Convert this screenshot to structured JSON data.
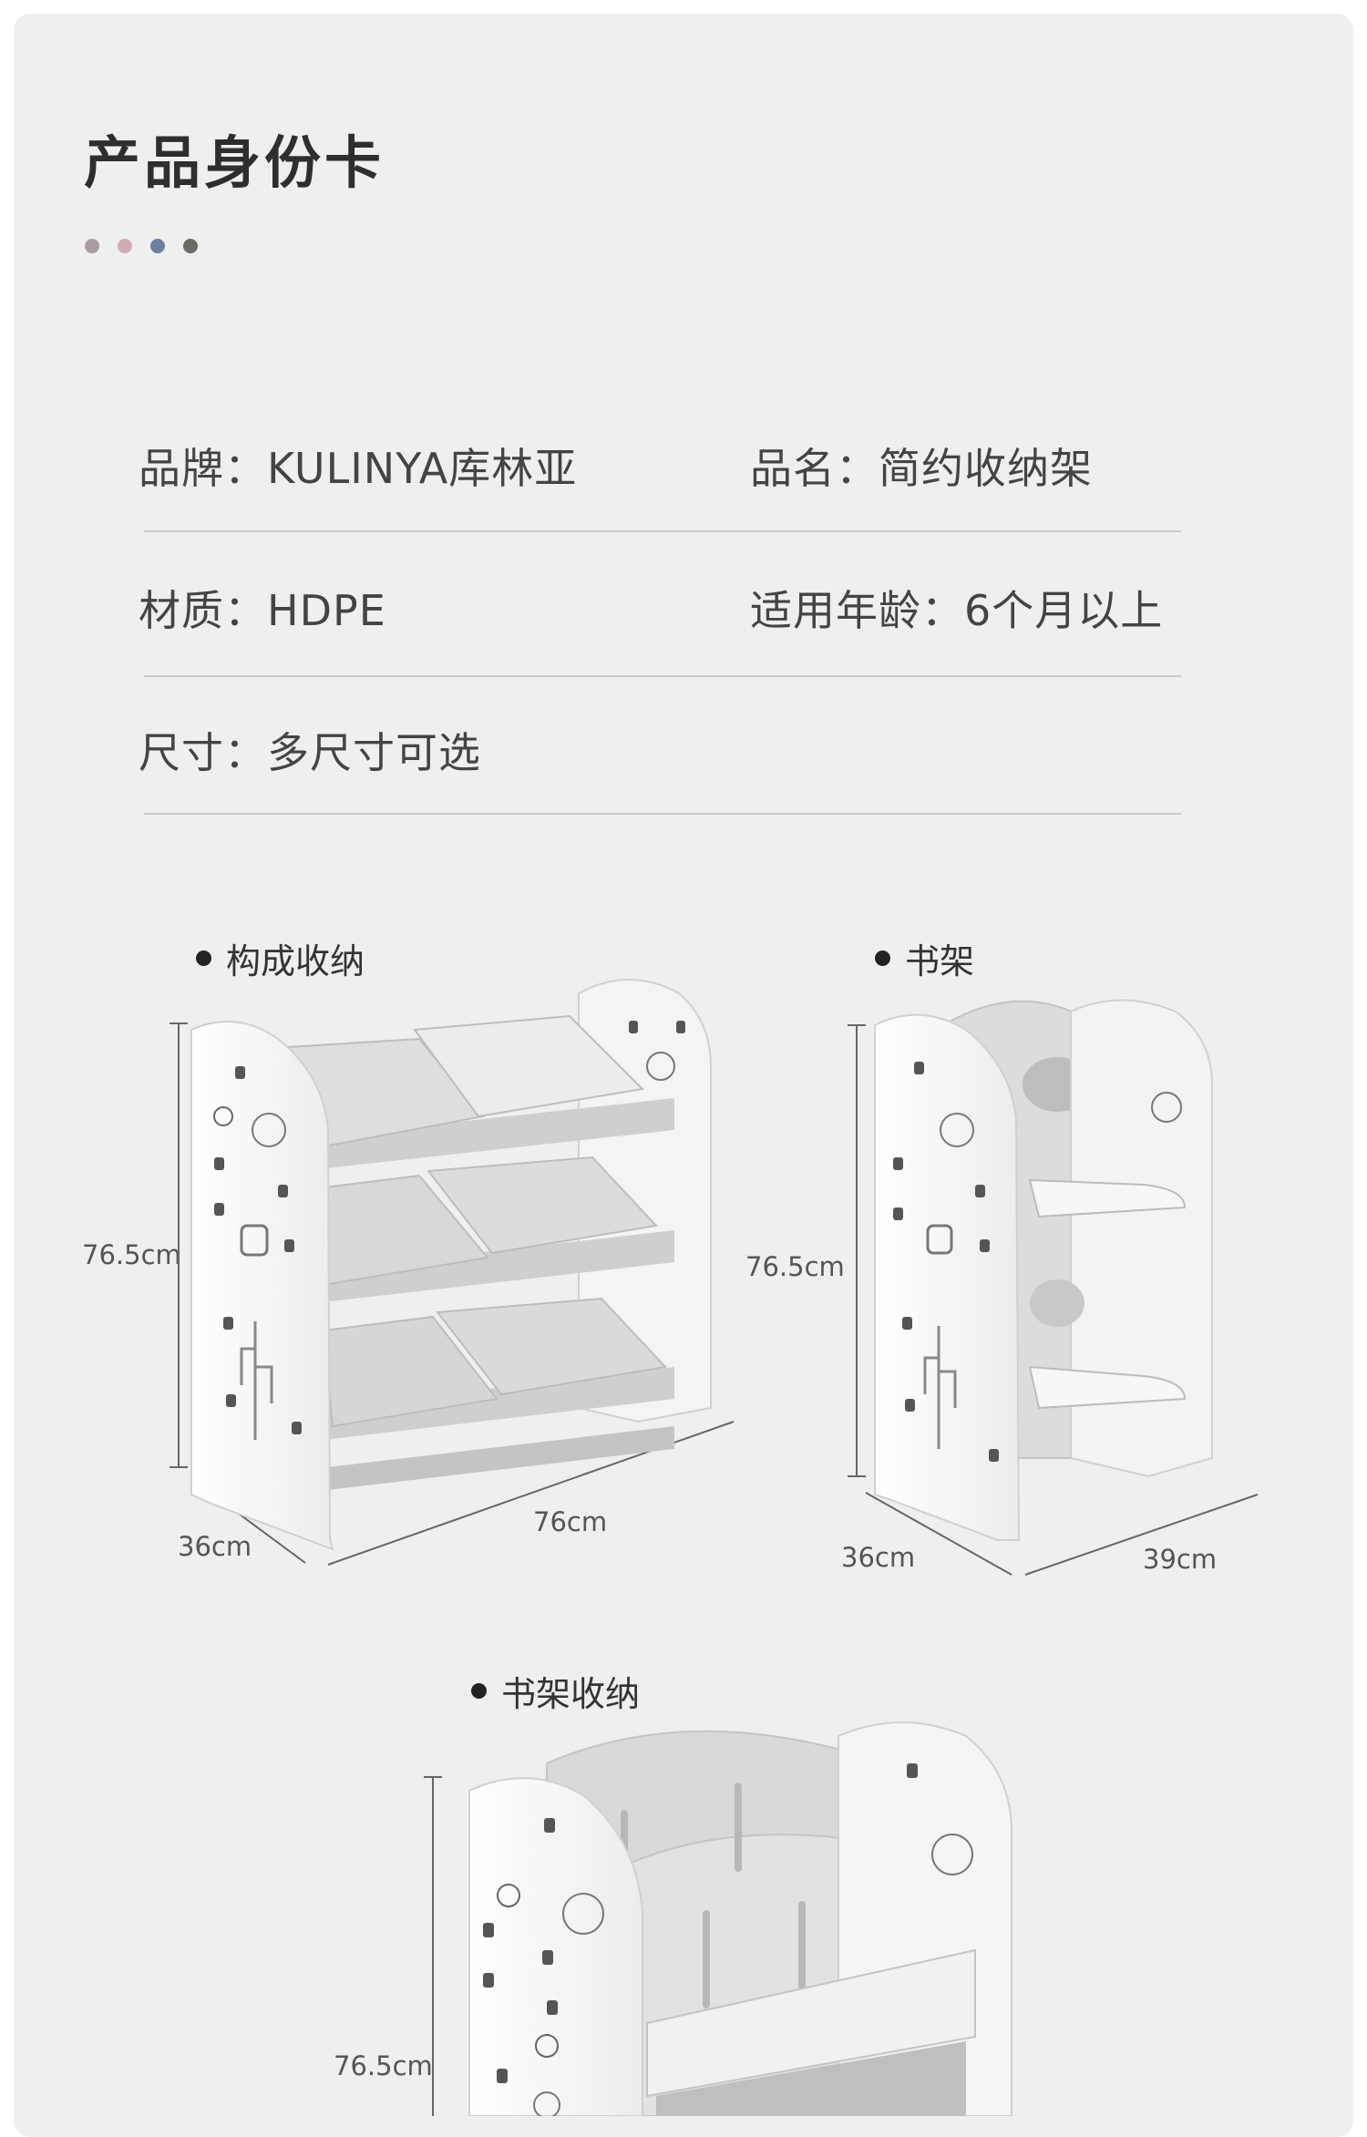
{
  "page": {
    "title": "产品身份卡",
    "dot_colors": [
      "#a99ba3",
      "#d4aab3",
      "#6f7fa0",
      "#6b6b63"
    ]
  },
  "specs": [
    {
      "label": "品牌",
      "value": "KULINYA库林亚"
    },
    {
      "label": "品名",
      "value": "简约收纳架"
    },
    {
      "label": "材质",
      "value": "HDPE"
    },
    {
      "label": "适用年龄",
      "value": "6个月以上"
    },
    {
      "label": "尺寸",
      "value": "多尺寸可选"
    }
  ],
  "products": [
    {
      "name": "构成收纳",
      "height": "76.5cm",
      "depth": "36cm",
      "width": "76cm"
    },
    {
      "name": "书架",
      "height": "76.5cm",
      "depth": "36cm",
      "width": "39cm"
    },
    {
      "name": "书架收纳",
      "height": "76.5cm"
    }
  ]
}
